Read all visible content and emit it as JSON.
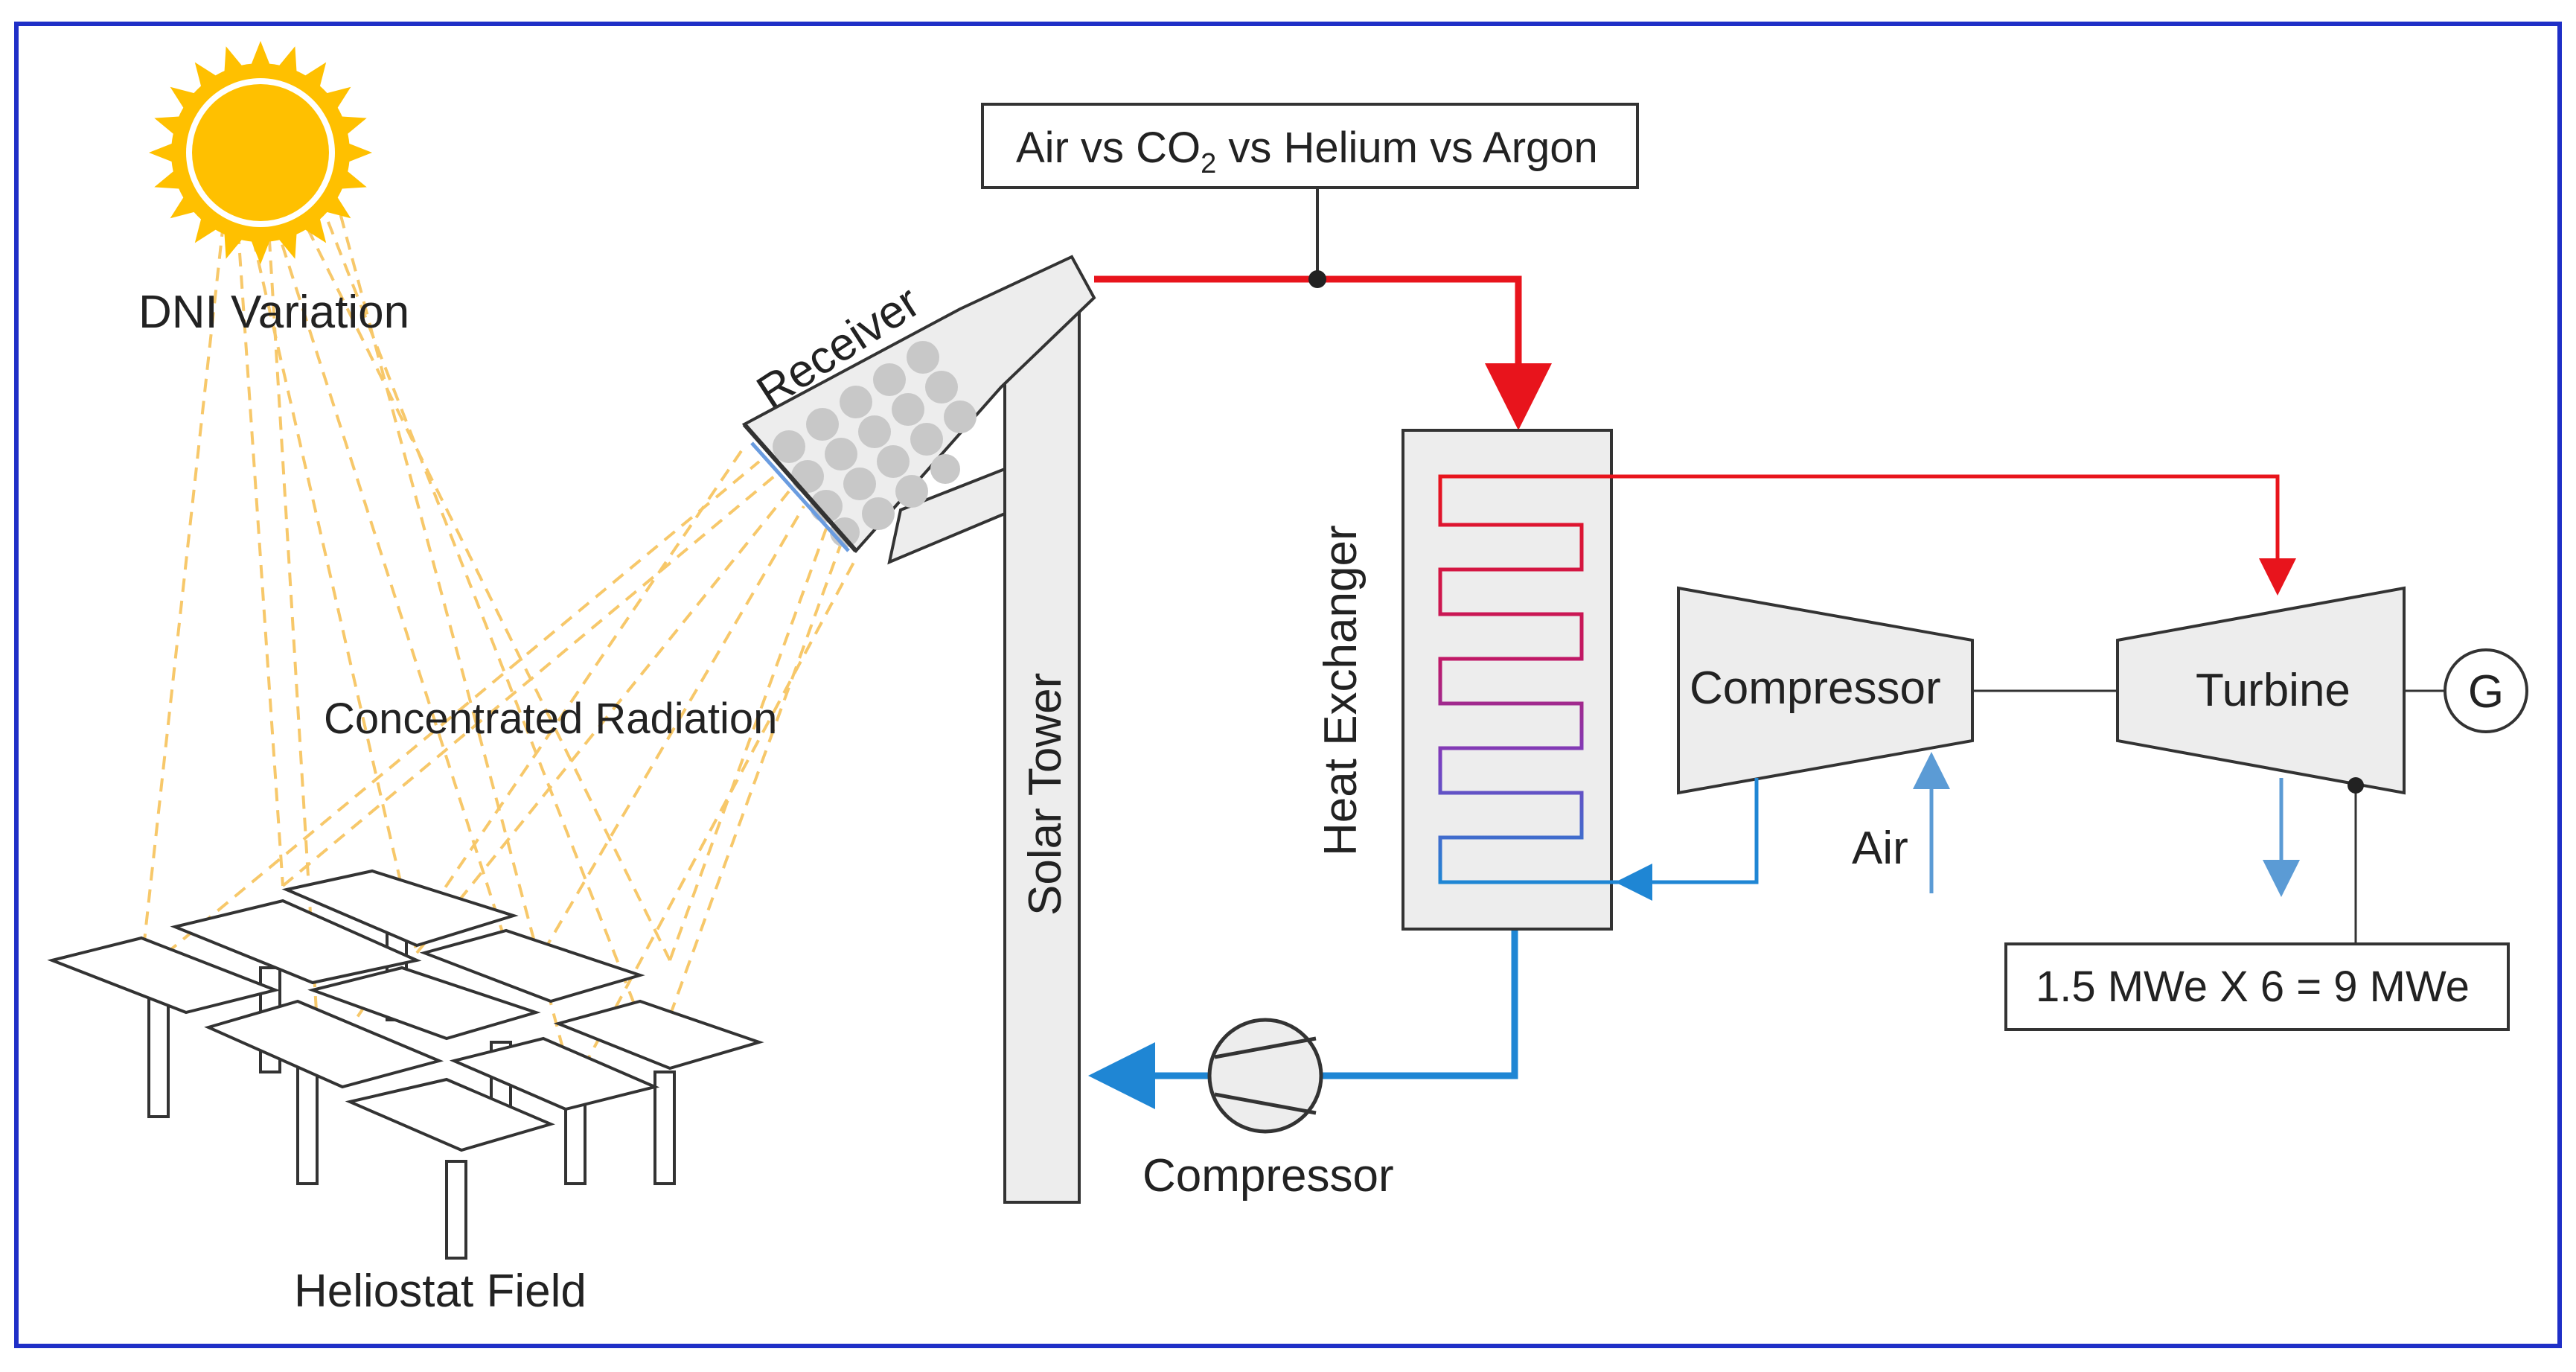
{
  "labels": {
    "working_fluid_prefix": "Air vs CO",
    "working_fluid_sub": "2",
    "working_fluid_suffix": " vs Helium vs Argon",
    "dni_variation": "DNI Variation",
    "receiver": "Receiver",
    "concentrated_radiation": "Concentrated Radiation",
    "heliostat_field": "Heliostat Field",
    "solar_tower": "Solar Tower",
    "heat_exchanger": "Heat Exchanger",
    "compressor_gas_turbine": "Compressor",
    "turbine": "Turbine",
    "generator": "G",
    "air": "Air",
    "power_output": "1.5 MWe X 6 = 9 MWe",
    "compressor_loop": "Compressor"
  },
  "colors": {
    "hot_flow": "#e8141c",
    "cold_flow": "#1f86d4",
    "air_flow": "#5b9bd5",
    "sun": "#ffc000",
    "radiation": "#f7c86a",
    "frame": "#1f2fc7",
    "equipment_fill": "#ededed",
    "outline": "#333333"
  }
}
